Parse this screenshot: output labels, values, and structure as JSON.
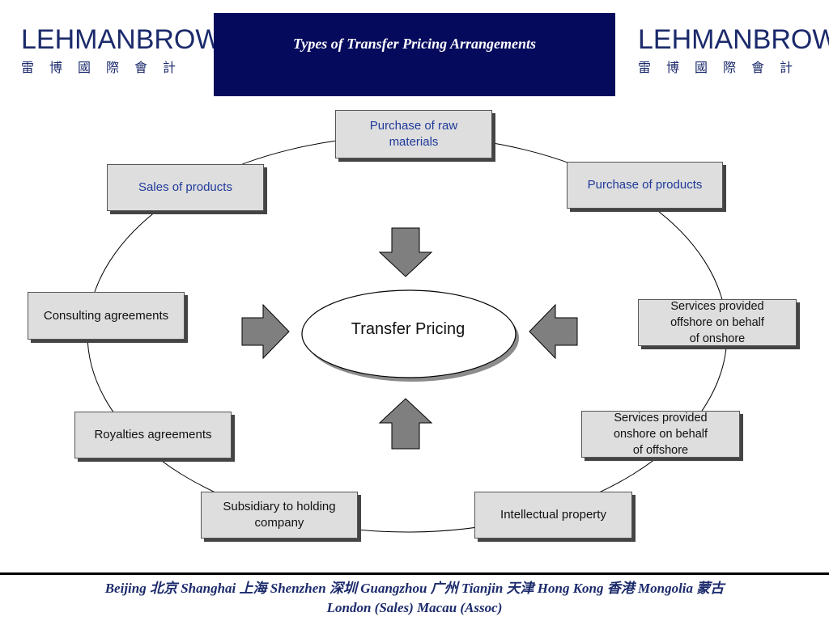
{
  "header": {
    "title": "Types of Transfer Pricing Arrangements",
    "logo_left": {
      "brand": "LEHMANBROWN",
      "chinese": "雷博國際會計"
    },
    "logo_right": {
      "brand": "LEHMANBROWN",
      "chinese": "雷博國際會計"
    }
  },
  "diagram": {
    "center": "Transfer Pricing",
    "boxes": {
      "purchase_raw": "Purchase of raw\n    materials",
      "sales_products": "Sales of products",
      "purchase_products": "Purchase of products",
      "consulting": "Consulting agreements",
      "services_offshore": "Services provided\n  offshore on behalf\n     of onshore",
      "royalties": "Royalties agreements",
      "services_onshore": "Services provided\n  onshore on behalf\n     of offshore",
      "subsidiary": "Subsidiary to holding\n     company",
      "intellectual": "Intellectual property"
    }
  },
  "footer": {
    "line1": "Beijing 北京  Shanghai  上海  Shenzhen  深圳  Guangzhou 广州  Tianjin 天津  Hong Kong 香港  Mongolia 蒙古",
    "line2": "London (Sales)      Macau (Assoc)"
  },
  "colors": {
    "title_bg": "#050a5c",
    "brand": "#1b2a6b",
    "box_fill": "#dedede",
    "blue_text": "#1f3a9a",
    "arrow": "#7f7f7f"
  }
}
